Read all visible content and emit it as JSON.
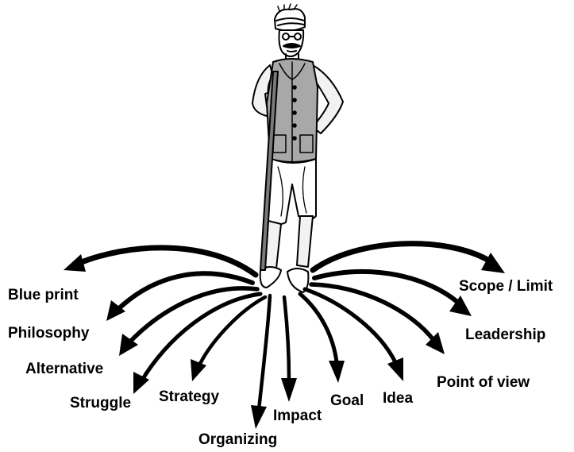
{
  "colors": {
    "ink": "#000000",
    "background": "#ffffff",
    "vest": "#a8a8a8",
    "skin": "#f2f2f2",
    "stick": "#7a7a7a"
  },
  "figure": {
    "description_icon": "farmer-figure"
  },
  "labels": {
    "blue_print": "Blue print",
    "philosophy": "Philosophy",
    "alternative": "Alternative",
    "struggle": "Struggle",
    "strategy": "Strategy",
    "organizing": "Organizing",
    "impact": "Impact",
    "goal": "Goal",
    "idea": "Idea",
    "point_of_view": "Point of view",
    "leadership": "Leadership",
    "scope_limit": "Scope / Limit"
  }
}
